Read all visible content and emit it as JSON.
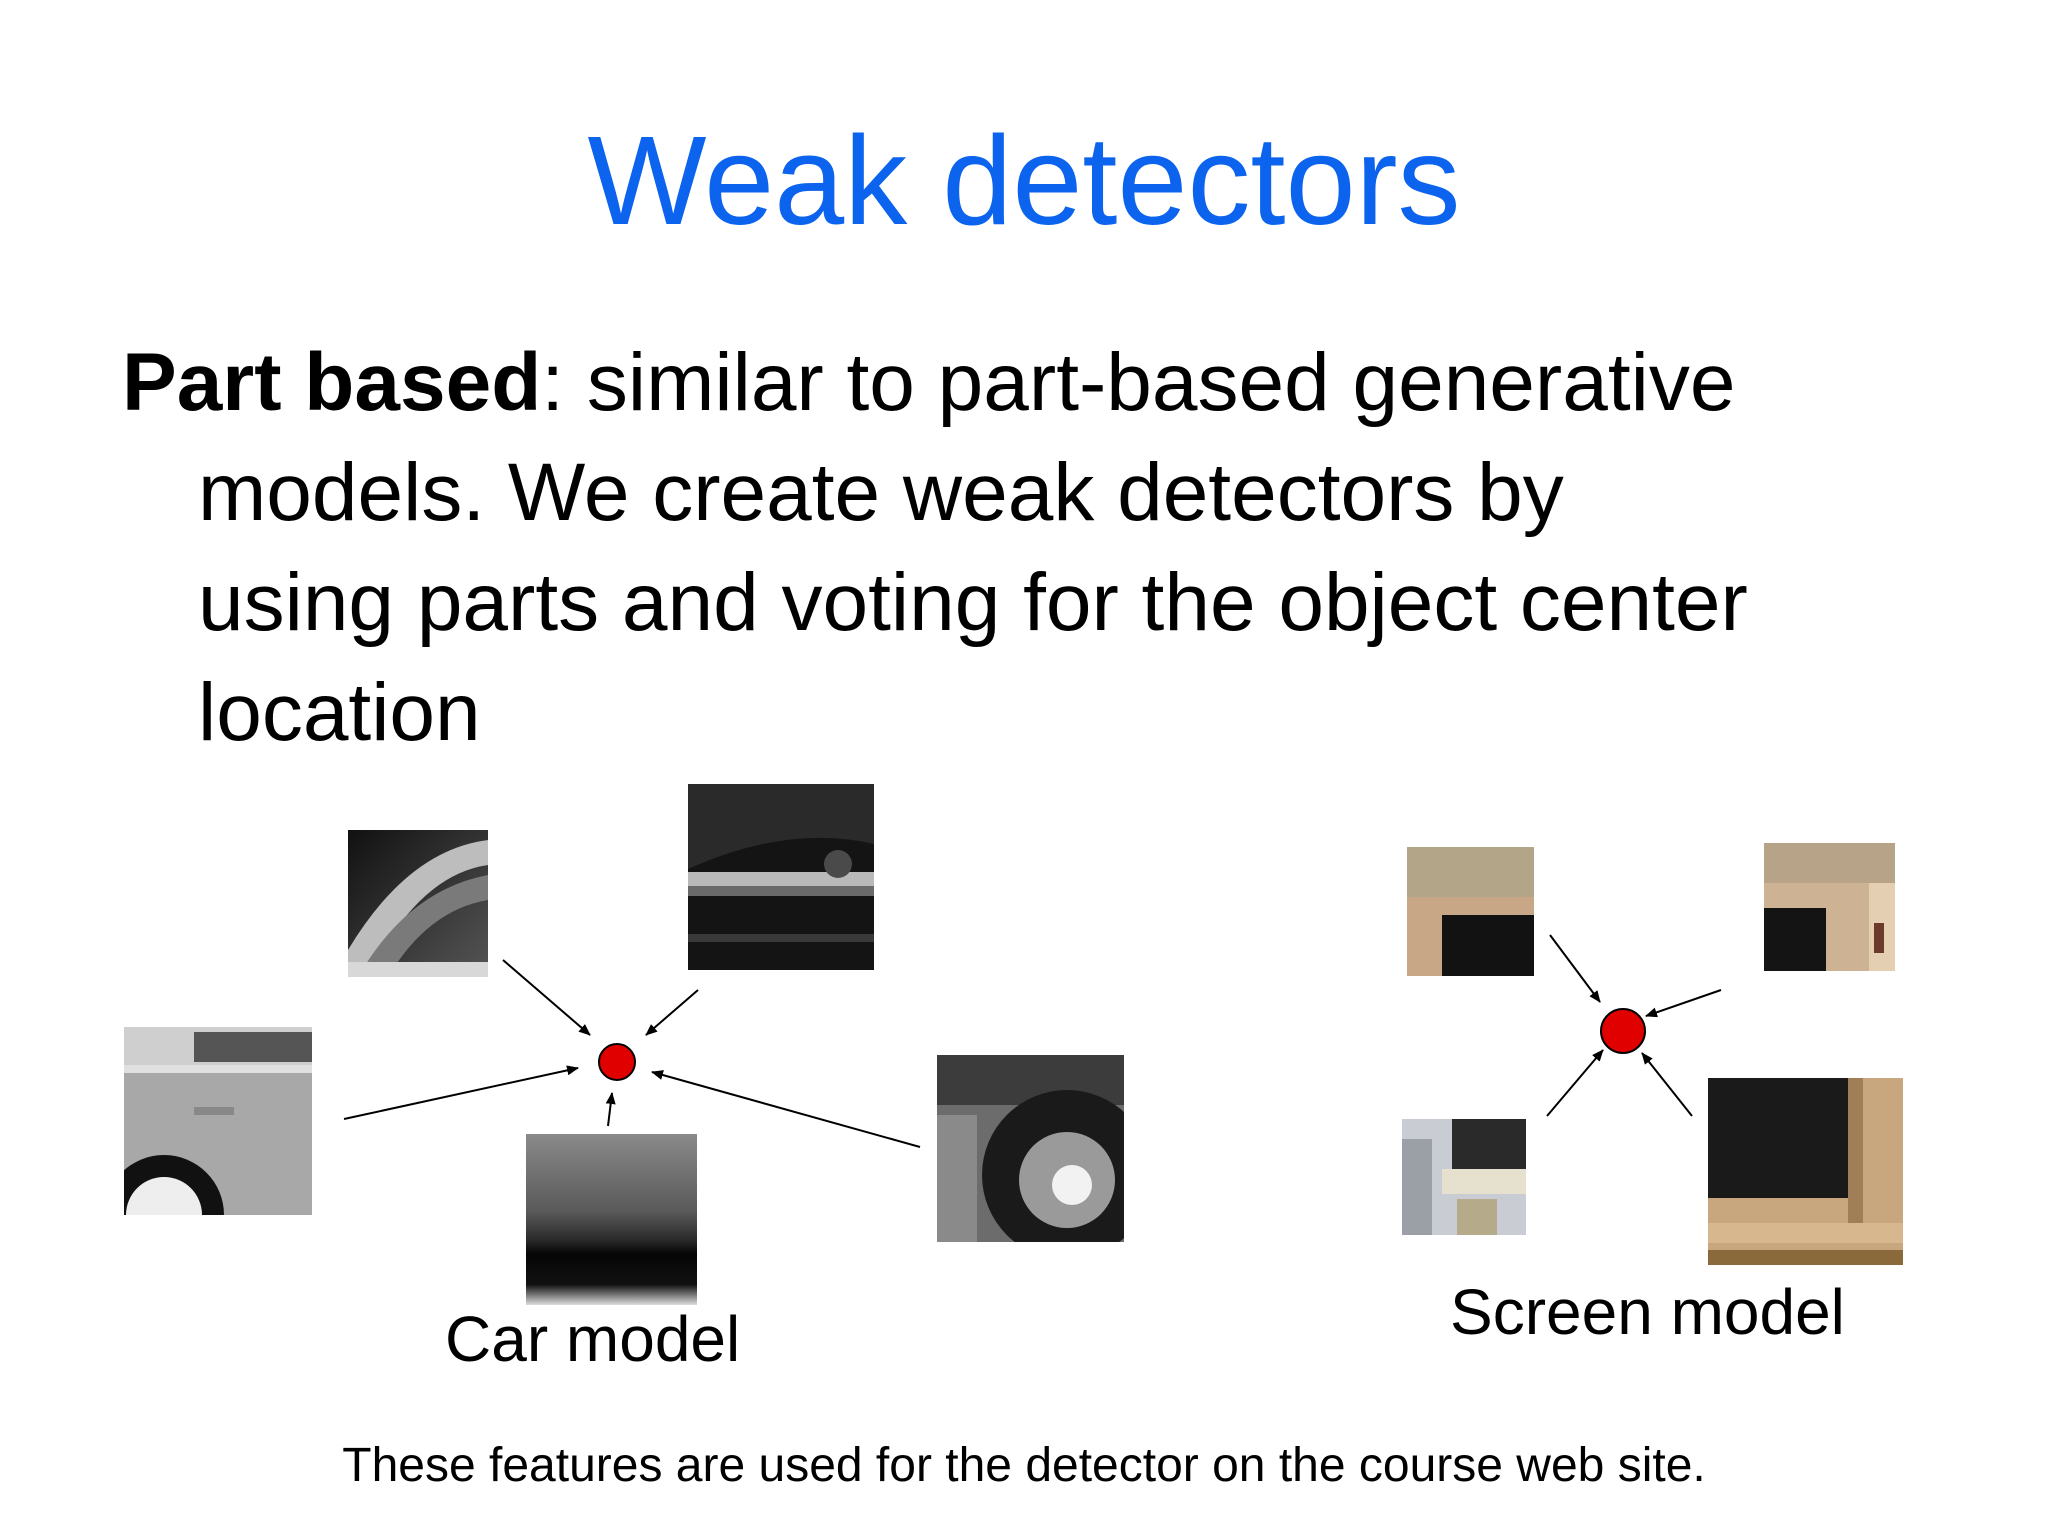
{
  "slide": {
    "title": "Weak detectors",
    "bullet": {
      "bold_term": "Part based",
      "line1_rest": ": similar to part-based generative",
      "line2": "models. We create weak detectors by",
      "line3": "using parts and voting for the object center",
      "line4": "location"
    },
    "car_label": "Car model",
    "screen_label": "Screen model",
    "footer": "These features are used for the detector on the course web site."
  },
  "colors": {
    "title": "#0b63ee",
    "center_dot": "#e00000",
    "text": "#000000"
  }
}
